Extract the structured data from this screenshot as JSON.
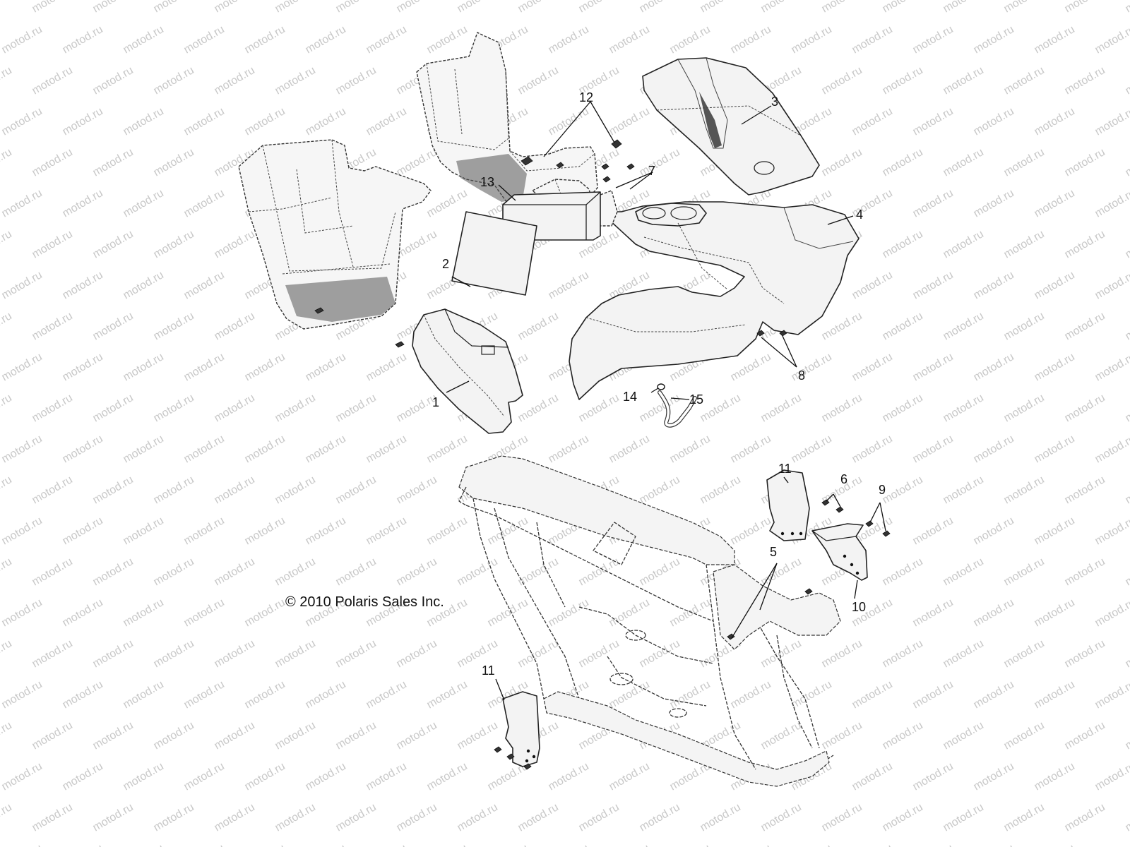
{
  "watermark": "motod.ru",
  "copyright": "© 2010 Polaris Sales Inc.",
  "callouts": {
    "c1": "1",
    "c2": "2",
    "c3": "3",
    "c4": "4",
    "c5": "5",
    "c6": "6",
    "c7": "7",
    "c8": "8",
    "c9": "9",
    "c10": "10",
    "c11a": "11",
    "c11b": "11",
    "c12": "12",
    "c13": "13",
    "c14": "14",
    "c15": "15"
  },
  "colors": {
    "line": "#333333",
    "watermark": "#c8c8c8",
    "background": "#ffffff"
  }
}
